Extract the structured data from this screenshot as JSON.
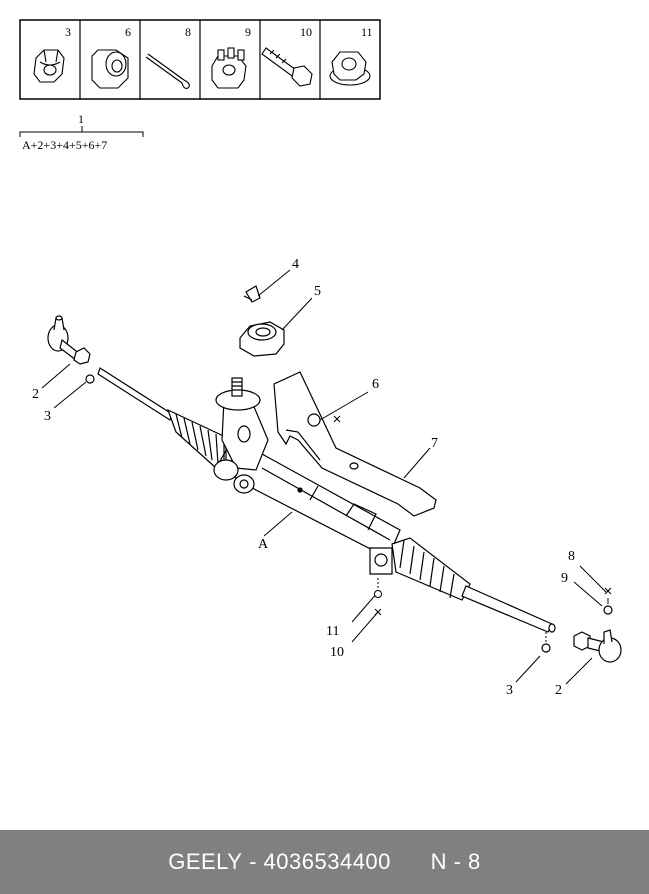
{
  "kit": {
    "cells": [
      {
        "number": "3",
        "icon": "castle-nut-icon"
      },
      {
        "number": "6",
        "icon": "sleeve-icon"
      },
      {
        "number": "8",
        "icon": "cotter-pin-icon"
      },
      {
        "number": "9",
        "icon": "slotted-nut-icon"
      },
      {
        "number": "10",
        "icon": "bolt-icon"
      },
      {
        "number": "11",
        "icon": "flange-nut-icon"
      }
    ],
    "assembly_number": "1",
    "assembly_formula": "A+2+3+4+5+6+7"
  },
  "callouts": {
    "c4": "4",
    "c5": "5",
    "c6": "6",
    "c7": "7",
    "c2_left": "2",
    "c3_left": "3",
    "cA": "A",
    "c8": "8",
    "c9": "9",
    "c11": "11",
    "c10": "10",
    "c3_right": "3",
    "c2_right": "2"
  },
  "footer": {
    "brand": "GEELY",
    "separator": "-",
    "part_number": "4036534400",
    "page_ref": "N - 8"
  }
}
